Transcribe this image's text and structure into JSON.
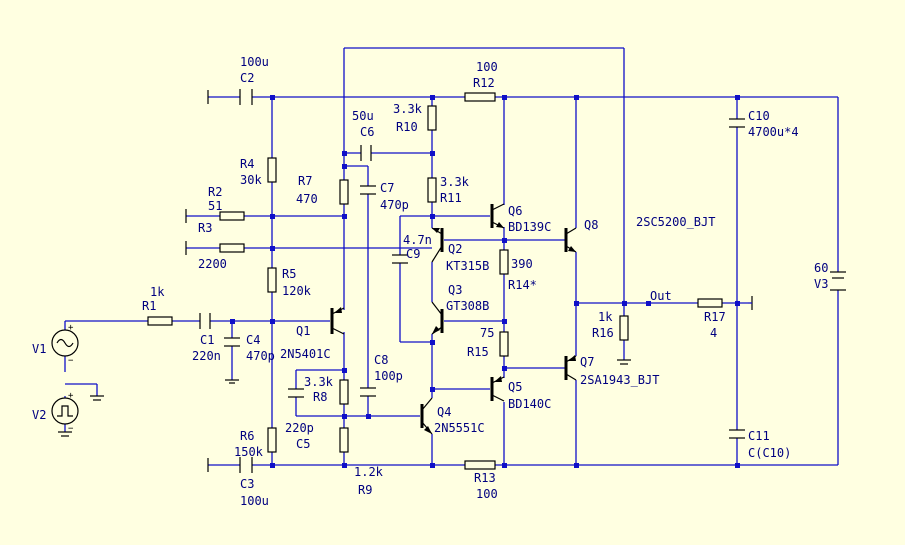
{
  "components": {
    "C2": {
      "name": "C2",
      "value": "100u"
    },
    "R12": {
      "name": "R12",
      "value": "100"
    },
    "R10": {
      "name": "R10",
      "value": "3.3k"
    },
    "C6": {
      "name": "C6",
      "value": "50u"
    },
    "C10": {
      "name": "C10",
      "value": "4700u*4"
    },
    "R4": {
      "name": "R4",
      "value": "30k"
    },
    "R7": {
      "name": "R7",
      "value": "470"
    },
    "C7": {
      "name": "C7",
      "value": "470p"
    },
    "R11": {
      "name": "R11",
      "value": "3.3k"
    },
    "R2": {
      "name": "R2",
      "value": "51"
    },
    "R3": {
      "name": "R3",
      "value": "2200"
    },
    "Q6": {
      "name": "Q6",
      "value": "BD139C"
    },
    "Q8": {
      "name": "Q8",
      "value": "2SC5200_BJT"
    },
    "C9": {
      "name": "C9",
      "value": "4.7n"
    },
    "Q2": {
      "name": "Q2",
      "value": "KT315B"
    },
    "R14": {
      "name": "R14*",
      "value": "390"
    },
    "V3": {
      "name": "V3",
      "value": "60"
    },
    "R1": {
      "name": "R1",
      "value": "1k"
    },
    "R5": {
      "name": "R5",
      "value": "120k"
    },
    "Q3": {
      "name": "Q3",
      "value": "GT308B"
    },
    "R16": {
      "name": "R16",
      "value": "1k"
    },
    "R17": {
      "name": "R17",
      "value": "4"
    },
    "C1": {
      "name": "C1",
      "value": "220n"
    },
    "C4": {
      "name": "C4",
      "value": "470p"
    },
    "Q1": {
      "name": "Q1",
      "value": "2N5401C"
    },
    "R15": {
      "name": "R15",
      "value": "75"
    },
    "Q7": {
      "name": "Q7",
      "value": "2SA1943_BJT"
    },
    "V1": {
      "name": "V1"
    },
    "C8": {
      "name": "C8",
      "value": "100p"
    },
    "R8": {
      "name": "R8",
      "value": "3.3k"
    },
    "Q5": {
      "name": "Q5",
      "value": "BD140C"
    },
    "V2": {
      "name": "V2"
    },
    "C5": {
      "name": "C5",
      "value": "220p"
    },
    "Q4": {
      "name": "Q4",
      "value": "2N5551C"
    },
    "C11": {
      "name": "C11",
      "value": "C(C10)"
    },
    "R6": {
      "name": "R6",
      "value": "150k"
    },
    "R9": {
      "name": "R9",
      "value": "1.2k"
    },
    "R13": {
      "name": "R13",
      "value": "100"
    },
    "C3": {
      "name": "C3",
      "value": "100u"
    }
  },
  "nets": {
    "out": "Out"
  },
  "polarity": {
    "plus": "+",
    "minus": "−"
  }
}
